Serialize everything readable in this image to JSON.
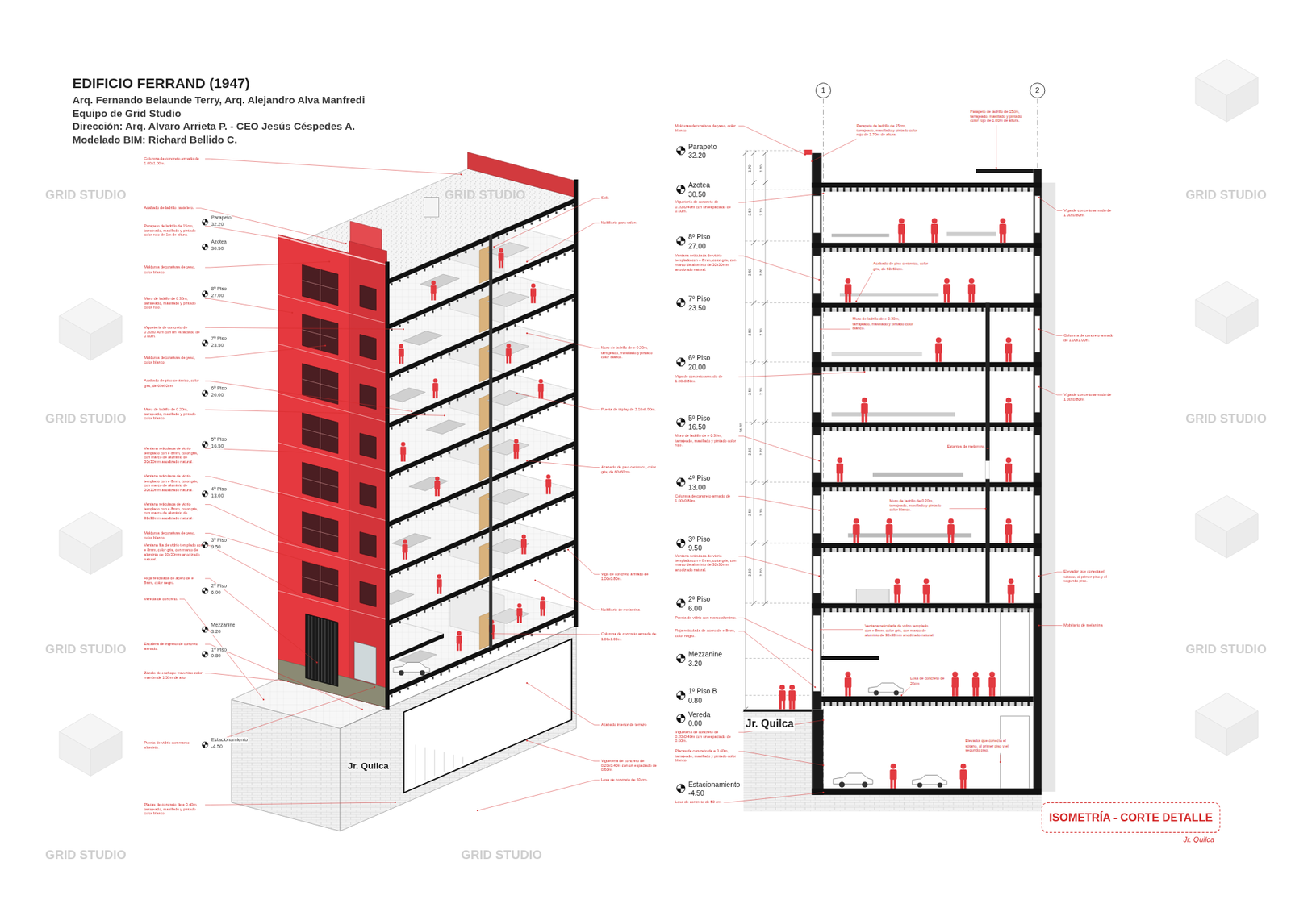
{
  "diagram": {
    "title": "EDIFICIO FERRAND (1947)",
    "nodes": [
      {
        "text": [
          "ISOMETRÍA - CORTE DETALLE",
          "Jr. Quilca"
        ]
      }
    ],
    "labels": [
      "Arq. Fernando Belaunde Terry, Arq. Alejandro Alva Manfredi",
      "Equipo de Grid Studio",
      "Dirección: Arq. Alvaro Arrieta P. - CEO Jesús Céspedes A.",
      "Modelado BIM: Richard Bellido C.",
      "Parapeto",
      "32.20",
      "Azotea",
      "30.50",
      "8º Piso",
      "27.00",
      "7º Piso",
      "23.50",
      "6º Piso",
      "20.00",
      "5º Piso",
      "16.50",
      "4º Piso",
      "13.00",
      "3º Piso",
      "9.50",
      "2º Piso",
      "6.00",
      "Mezzanine",
      "3.20",
      "1º Piso",
      "0.80",
      "Estacionamiento",
      "-4.50",
      "Parapeto",
      "32.20",
      "Azotea",
      "30.50",
      "8º Piso",
      "27.00",
      "7º Piso",
      "23.50",
      "6º Piso",
      "20.00",
      "5º Piso",
      "16.50",
      "4º Piso",
      "13.00",
      "3º Piso",
      "9.50",
      "2º Piso",
      "6.00",
      "Mezzanine",
      "3.20",
      "1º Piso B",
      "0.80",
      "Vereda",
      "0.00",
      "Estacionamiento",
      "-4.50",
      "1",
      "2",
      "Jr. Quilca",
      "Jr. Quilca",
      "GRID STUDIO",
      "GRID STUDIO",
      "GRID STUDIO",
      "GRID STUDIO",
      "GRID STUDIO",
      "GRID STUDIO",
      "GRID STUDIO",
      "GRID STUDIO",
      "GRID STUDIO",
      "Columna de concreto armado de 1.00x1.00m.",
      "Acabado de ladrillo pastelero.",
      "Parapeto de ladrillo de 15cm, tarrajeado, masillado y pintado color rojo de 1m de altura.",
      "Molduras decorativas de yeso, color blanco.",
      "Muro de ladrillo de 0.30m, tarrajeado, masillado y pintado color rojo.",
      "Viguetería de concreto de 0.20x0.40m con un espaciado de 0.60m.",
      "Molduras decorativas de yeso, color blanco.",
      "Acabado de piso cerámico, color gris, de 60x60cm.",
      "Muro de ladrillo de 0.20m, tarrajeado, masillado y pintado color blanco.",
      "Ventana reticulada de vidrio templado con e 8mm, color gris, con marco de aluminio de 30x30mm anodizado natural.",
      "Ventana reticulada de vidrio templado con e 8mm, color gris, con marco de aluminio de 30x30mm anodizado natural.",
      "Ventana reticulada de vidrio templado con e 8mm, color gris, con marco de aluminio de 30x30mm anodizado natural.",
      "Molduras decorativas de yeso, color blanco.",
      "Ventana fija de vidrio templado con e 8mm, color gris, con marco de aluminio de 30x30mm anodizado natural.",
      "Reja reticulada de acero de e 8mm, color negro.",
      "Vereda de concreto.",
      "Escalera de ingreso de concreto armado.",
      "Zócalo de enchape travertino color marrón de 1.50m de alto.",
      "Puerta de vidrio con marco aluminio.",
      "Placas de concreto de e 0.40m, tarrajeado, masillado y pintado color blanco.",
      "Sofá",
      "Mobiliario para salón",
      "Muro de ladrillo de e 0.20m, tarrajeado, masillado y pintado color blanco.",
      "Puerta de triplay de 2.10x0.90m.",
      "Acabado de piso cerámico, color gris, de 60x60cm.",
      "Viga de concreto armado de 1.00x0.80m.",
      "Mobiliario de melamina",
      "Columna de concreto armado de 1.00x1.00m.",
      "Acabado interior de terrazo",
      "Viguetería de concreto de 0.20x0.40m con un espaciado de 0.60m.",
      "Losa de concreto de 50 cm.",
      "Molduras decorativas de yeso, color blanco.",
      "Viguetería de concreto de 0.20x0.40m con un espaciado de 0.60m.",
      "Ventana reticulada de vidrio templado con e 8mm, color gris, con marco de aluminio de 30x30mm anodizado natural.",
      "Viga de concreto armado de 1.00x0.80m.",
      "Muro de ladrillo de e 0.30m, tarrajeado, masillado y pintado color rojo.",
      "Columna de concreto armado de 1.00x0.80m.",
      "Ventana reticulada de vidrio templado con e 8mm, color gris, con marco de aluminio de 30x30mm anodizado natural.",
      "Puerta de vidrio con marco aluminio.",
      "Reja reticulada de acero de e 8mm, color negro.",
      "Viguetería de concreto de 0.20x0.40m con un espaciado de 0.60m.",
      "Placas de concreto de e 0.40m, tarrajeado, masillado y pintado color blanco.",
      "Losa de concreto de 50 cm.",
      "Parapeto de ladrillo de 15cm, tarrajeado, masillado y pintado color rojo de 1.70m de altura.",
      "Parapeto de ladrillo de 15cm, tarrajeado, masillado y pintado color rojo de 1.00m de altura.",
      "Acabado de piso cerámico, color gris, de 60x60cm.",
      "Muro de ladrillo de e 0.30m, tarrajeado, masillado y pintado color blanco.",
      "Estantes de melamina",
      "Muro de ladrillo de 0.20m, tarrajeado, masillado y pintado color blanco.",
      "Ventana reticulada de vidrio templado con e 8mm, color gris, con marco de aluminio de 30x30mm anodizado natural.",
      "Losa de concreto de 20cm",
      "Elevador que conecta el sótano, al primer piso y el segundo piso.",
      "Viga de concreto armado de 1.00x0.80m.",
      "Columna de concreto armado de 1.00x1.00m.",
      "Viga de concreto armado de 1.00x0.80m.",
      "Elevador que conecta el sótano, al primer piso y el segundo piso.",
      "Mobiliario de melamina",
      "1.70",
      "3.50",
      "3.50",
      "3.50",
      "3.50",
      "3.50",
      "3.50",
      "3.50",
      "1.70",
      "2.70",
      "2.70",
      "2.70",
      "2.70",
      "2.70",
      "2.70",
      "2.70",
      "36.70"
    ]
  }
}
